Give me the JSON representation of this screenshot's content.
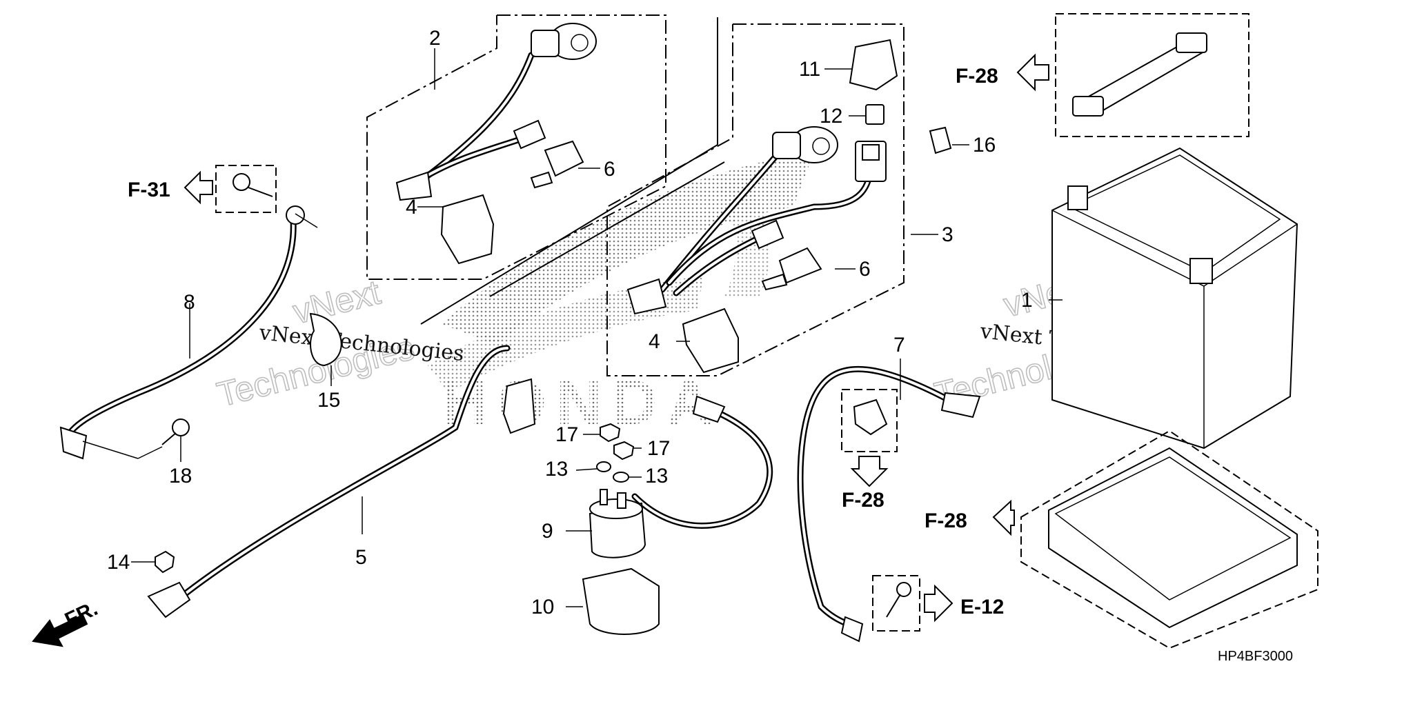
{
  "diagram": {
    "code": "HP4BF3000",
    "front_marker": "FR.",
    "callouts": {
      "c1": "1",
      "c2": "2",
      "c3": "3",
      "c4a": "4",
      "c4b": "4",
      "c5": "5",
      "c6a": "6",
      "c6b": "6",
      "c7": "7",
      "c8": "8",
      "c9": "9",
      "c10": "10",
      "c11": "11",
      "c12": "12",
      "c13a": "13",
      "c13b": "13",
      "c14": "14",
      "c15": "15",
      "c16": "16",
      "c17a": "17",
      "c17b": "17",
      "c18": "18"
    },
    "references": {
      "f28_top": "F-28",
      "f31": "F-31",
      "f28_bracket": "F-28",
      "f28_tray": "F-28",
      "e12": "E-12"
    },
    "watermarks": {
      "serif_left": "vNext Technologies",
      "serif_right": "vNext Technologies",
      "outline_vnext": "vNext",
      "outline_tech": "Technologies"
    }
  }
}
